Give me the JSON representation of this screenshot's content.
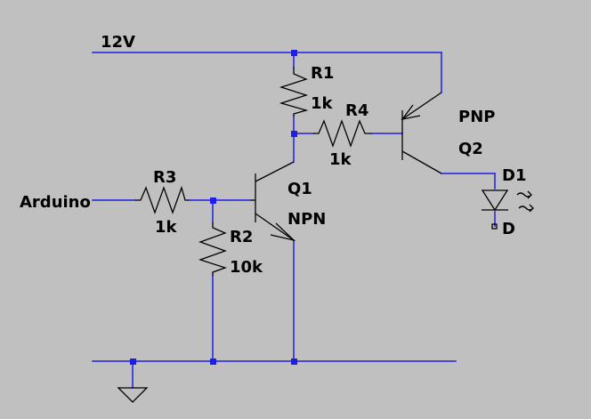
{
  "nets": {
    "supply": "12V",
    "input": "Arduino"
  },
  "components": {
    "r1": {
      "ref": "R1",
      "value": "1k"
    },
    "r2": {
      "ref": "R2",
      "value": "10k"
    },
    "r3": {
      "ref": "R3",
      "value": "1k"
    },
    "r4": {
      "ref": "R4",
      "value": "1k"
    },
    "q1": {
      "ref": "Q1",
      "type": "NPN"
    },
    "q2": {
      "ref": "Q2",
      "type": "PNP"
    },
    "d1": {
      "ref": "D1",
      "model": "D"
    }
  },
  "colors": {
    "background": "#c0c0c0",
    "wire": "#1e1ee6",
    "component": "#000000"
  }
}
